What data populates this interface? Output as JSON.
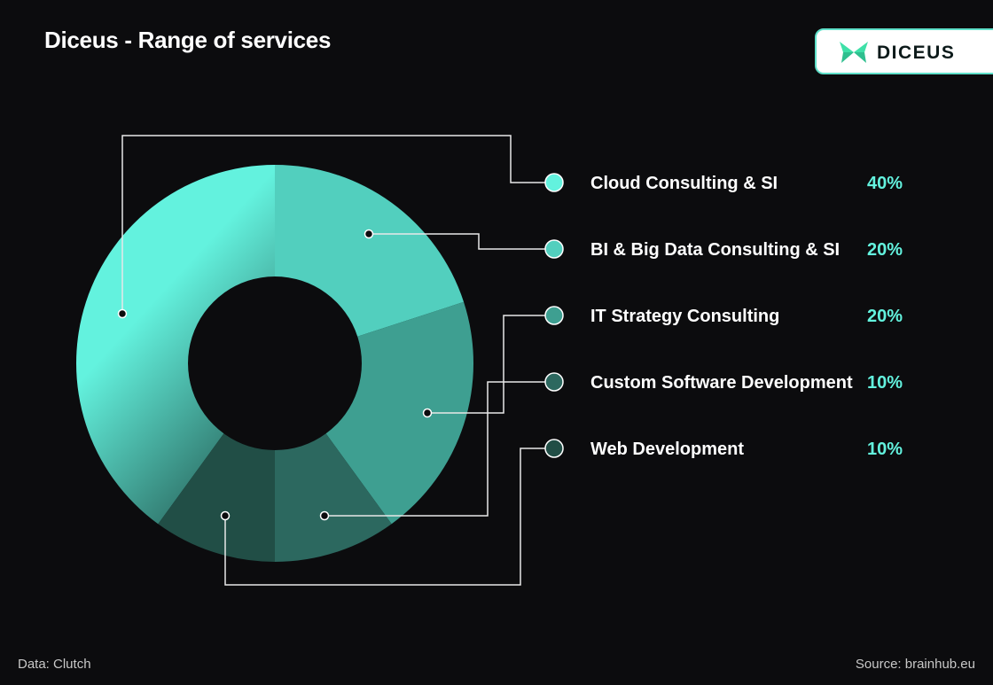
{
  "header": {
    "title": "Diceus - Range of services"
  },
  "logo": {
    "text": "DICEUS"
  },
  "footer": {
    "data_source": "Data: Clutch",
    "source": "Source: brainhub.eu"
  },
  "colors": {
    "background": "#0c0c0e",
    "accent": "#5ff4dd"
  },
  "chart_data": {
    "type": "pie",
    "variant": "donut",
    "title": "Diceus - Range of services",
    "series": [
      {
        "name": "Cloud Consulting & SI",
        "value": 40,
        "label": "40%",
        "color": "#63f2de"
      },
      {
        "name": "BI & Big Data Consulting & SI",
        "value": 20,
        "label": "20%",
        "color": "#52cfbe"
      },
      {
        "name": "IT Strategy Consulting",
        "value": 20,
        "label": "20%",
        "color": "#3e9f91"
      },
      {
        "name": "Custom Software Development",
        "value": 10,
        "label": "10%",
        "color": "#2c685f"
      },
      {
        "name": "Web Development",
        "value": 10,
        "label": "10%",
        "color": "#214e46"
      }
    ],
    "legend_position": "right"
  }
}
